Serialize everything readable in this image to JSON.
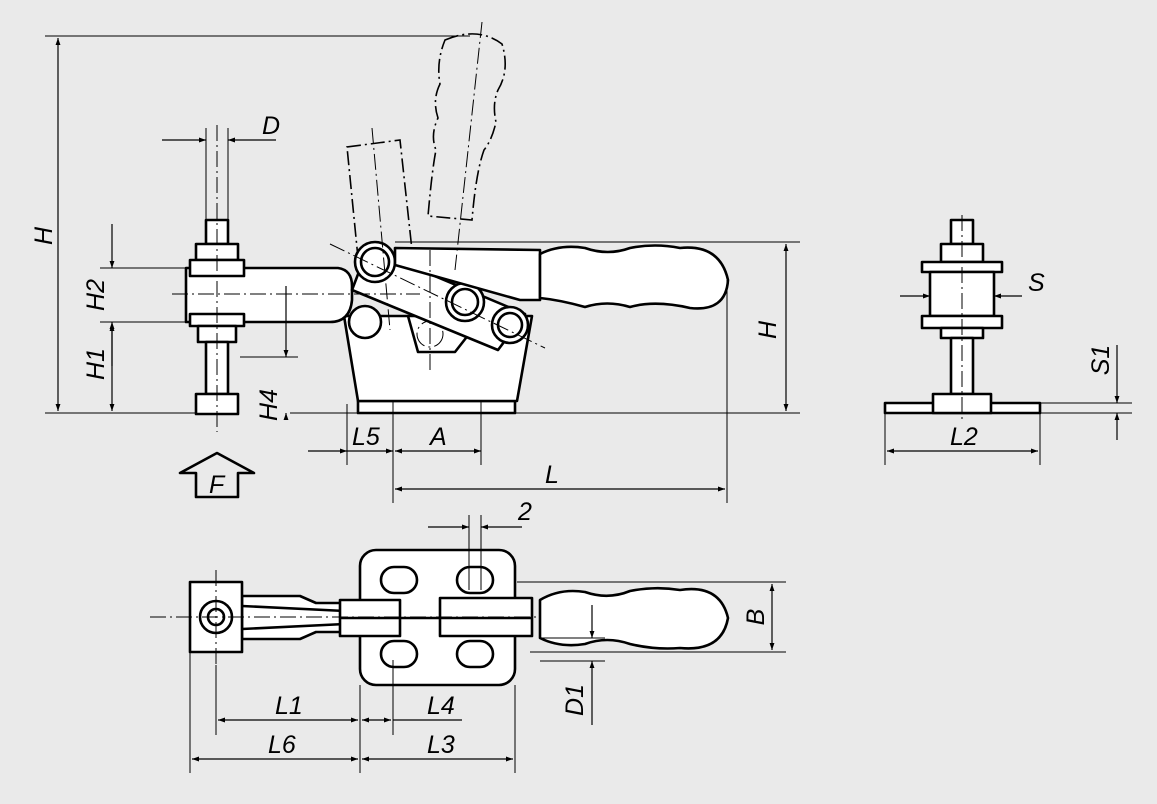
{
  "drawing": {
    "background": "#eaeaea",
    "part_fill": "#ffffff",
    "line_color": "#000000"
  },
  "labels": {
    "H_overall": "H",
    "D": "D",
    "H2": "H2",
    "H1": "H1",
    "H4": "H4",
    "L5": "L5",
    "A": "A",
    "L": "L",
    "H_right": "H",
    "F": "F",
    "S": "S",
    "S1": "S1",
    "L2": "L2",
    "two": "2",
    "B": "B",
    "D1": "D1",
    "L1": "L1",
    "L4": "L4",
    "L6": "L6",
    "L3": "L3"
  }
}
